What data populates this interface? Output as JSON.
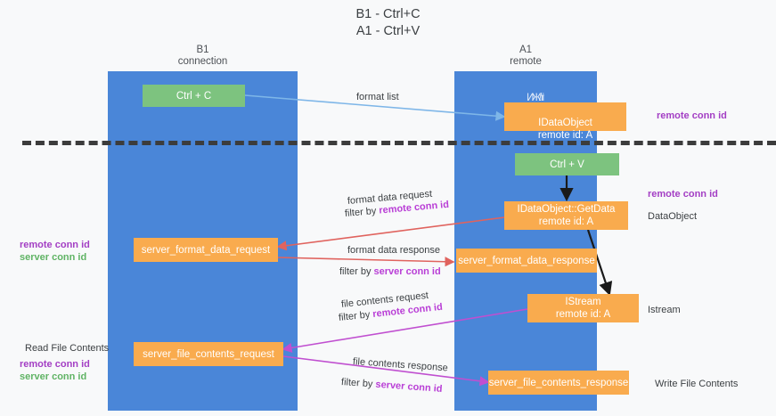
{
  "title": "B1 - Ctrl+C\nA1 - Ctrl+V",
  "lanes": [
    {
      "name": "b1",
      "header": "B1\nconnection"
    },
    {
      "name": "a1",
      "header": "A1\nremote"
    }
  ],
  "boxes": {
    "ctrl_c": "Ctrl + C",
    "ctrl_v": "Ctrl + V",
    "idataobject": "IDataObject\nremote id: A",
    "idataobject_ghost": "ИЖ/ті",
    "idataobject_getdata": "IDataObject::GetData\nremote id: A",
    "istream": "IStream\nremote id: A",
    "server_format_data_request": "server_format_data_request",
    "server_format_data_response": "server_format_data_response",
    "server_file_contents_request": "server_file_contents_request",
    "server_file_contents_response": "server_file_contents_response"
  },
  "captions": {
    "format_list": "format list",
    "format_data_request": "format data request",
    "format_data_request_filter_prefix": "filter by ",
    "format_data_request_filter_value": "remote conn id",
    "format_data_response": "format data response",
    "format_data_response_filter_prefix": "filter by ",
    "format_data_response_filter_value": "server conn id",
    "file_contents_request": "file contents request",
    "file_contents_request_filter_prefix": "filter by ",
    "file_contents_request_filter_value": "remote conn id",
    "file_contents_response": "file contents response",
    "file_contents_response_filter_prefix": "filter by ",
    "file_contents_response_filter_value": "server conn id"
  },
  "side_labels": {
    "right_remote_conn_id_top": "remote conn id",
    "right_remote_conn_id_mid": "remote conn id",
    "right_dataobject": "DataObject",
    "right_istream": "Istream",
    "right_write_file_contents": "Write File Contents",
    "left_remote_conn_id_mid": "remote conn id",
    "left_server_conn_id_mid": "server conn id",
    "left_read_file_contents": "Read File Contents",
    "left_remote_conn_id_bottom": "remote conn id",
    "left_server_conn_id_bottom": "server conn id"
  },
  "colors": {
    "lane_blue": "#4a86d8",
    "box_green": "#7dc37f",
    "box_orange": "#f9ab4e",
    "purple": "#a33ec4",
    "green_text": "#5fb364",
    "arrow_blue": "#7eb6e8",
    "arrow_red": "#e0635e",
    "arrow_magenta": "#c04fd0",
    "arrow_black": "#1a1a1a",
    "divider": "#3c3c3c",
    "background": "#f8f9fa"
  }
}
